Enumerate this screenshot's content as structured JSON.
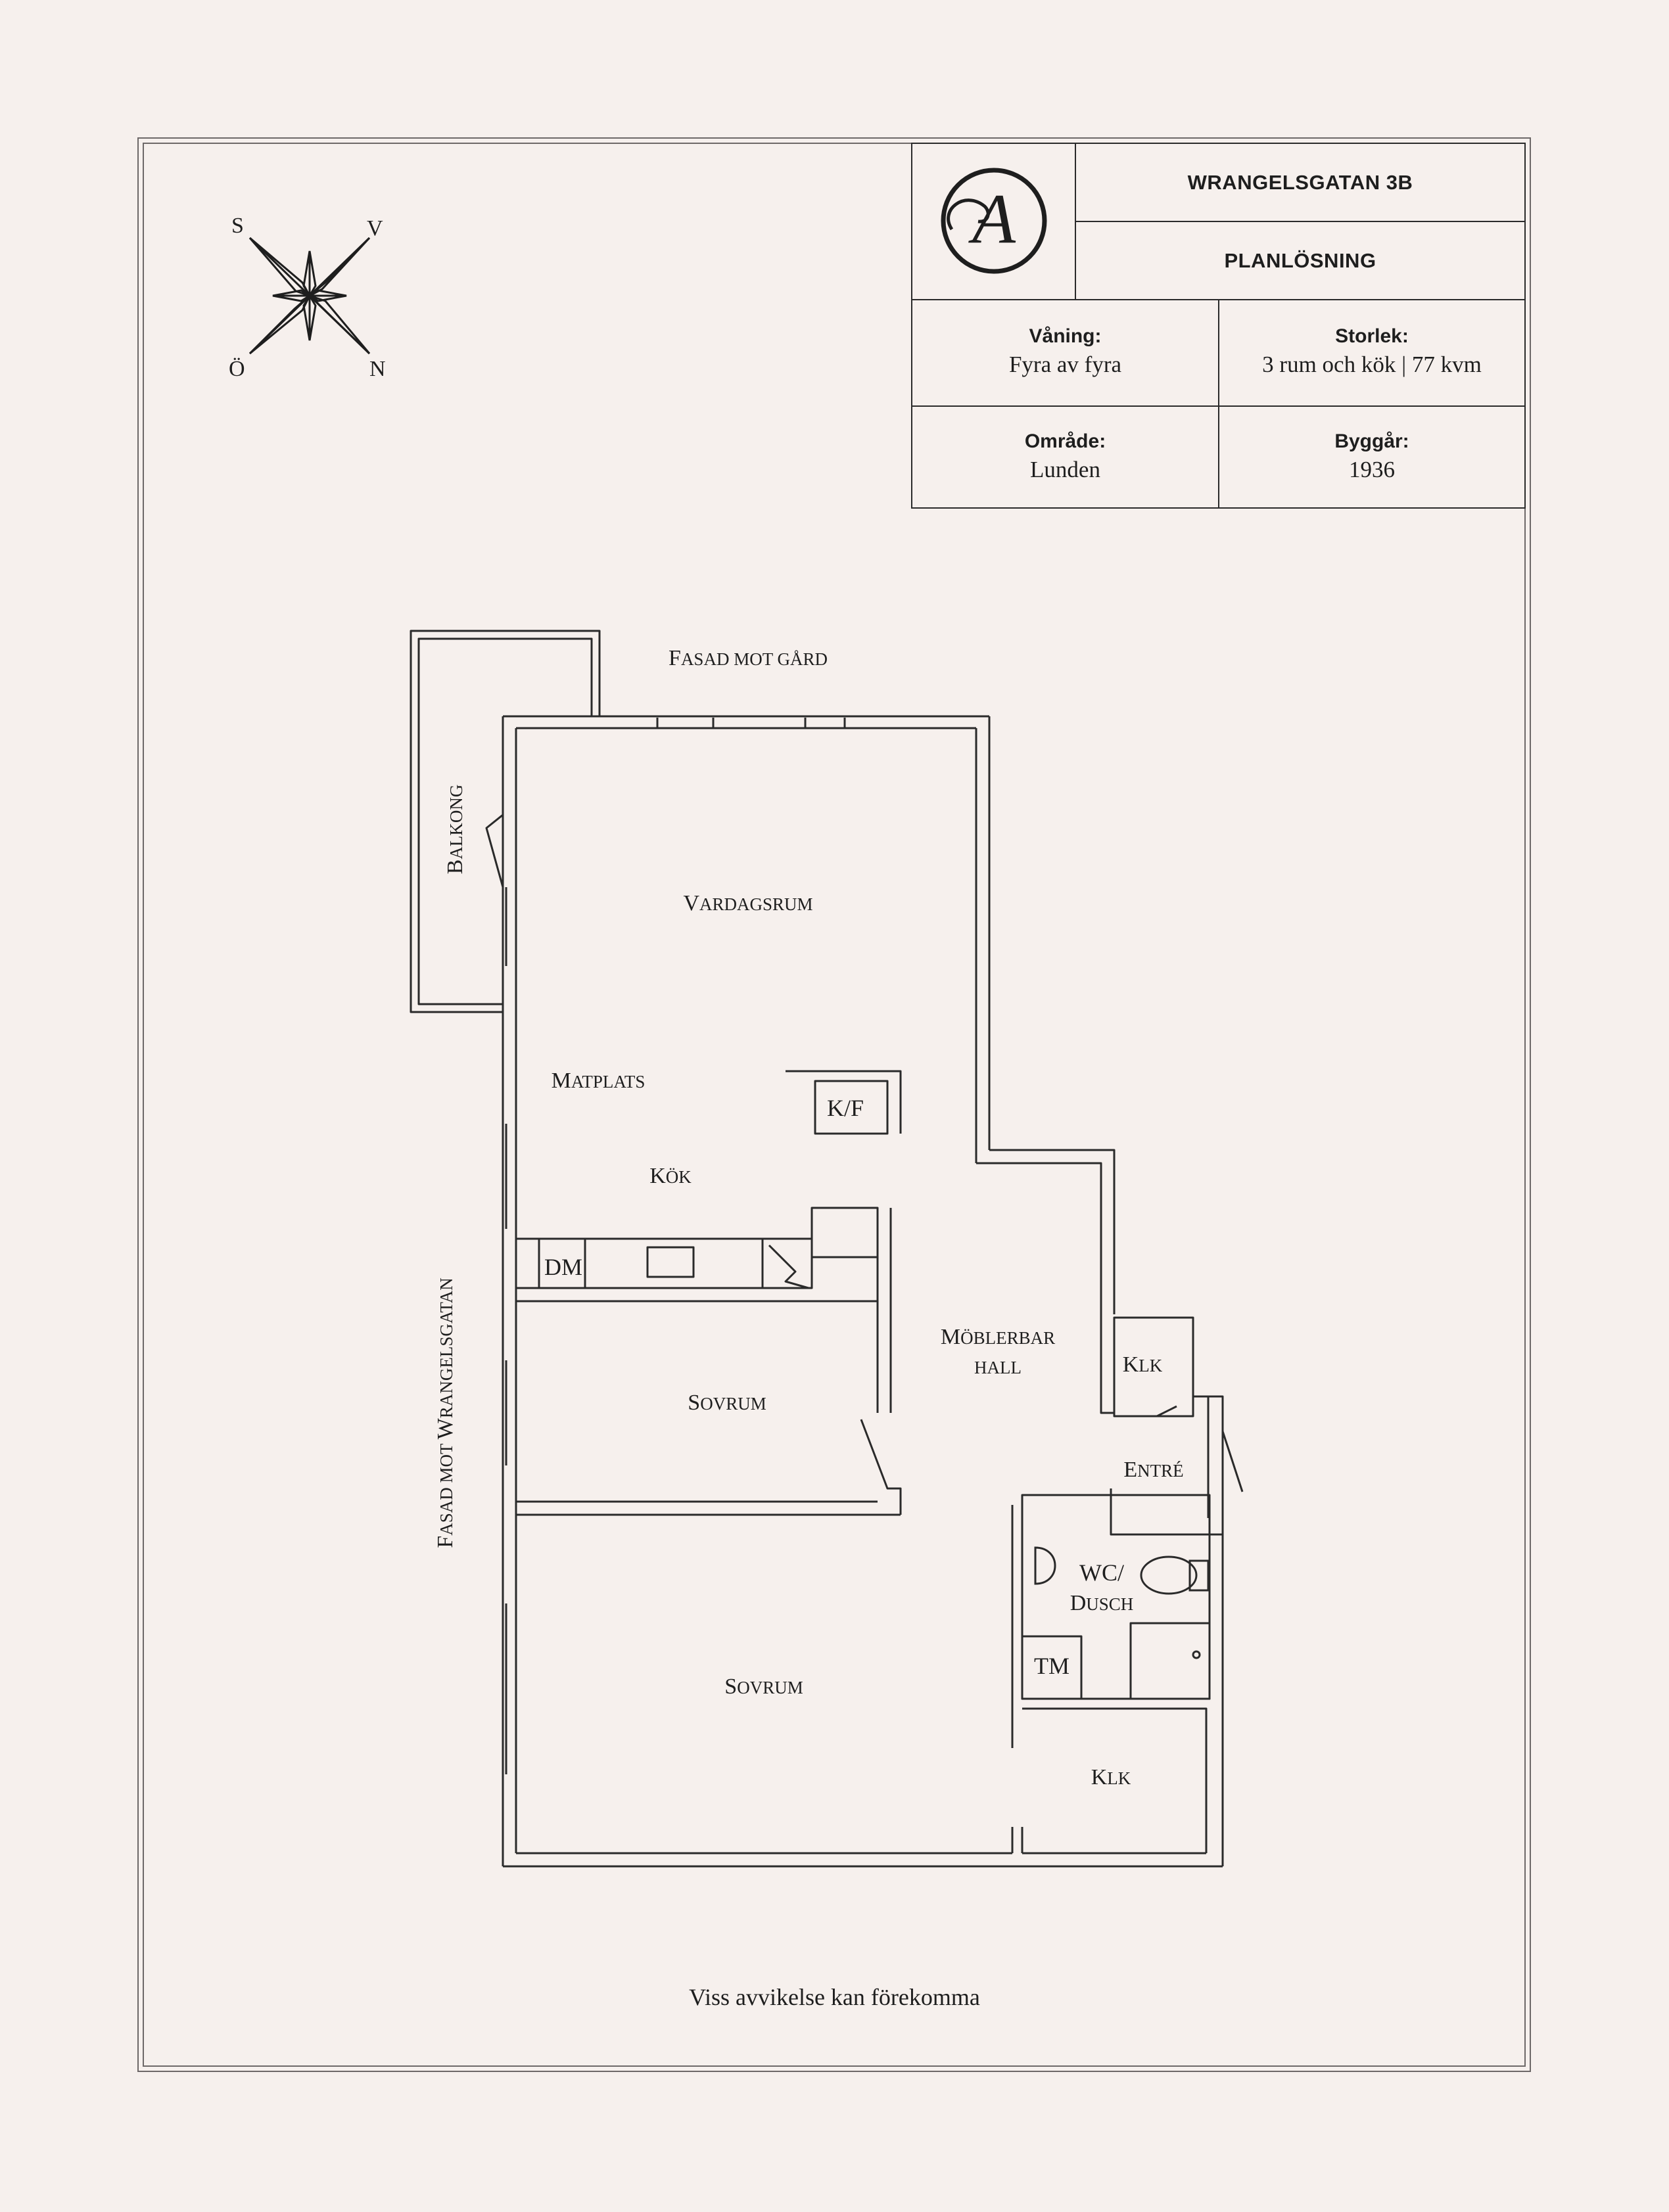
{
  "header": {
    "address": "WRANGELSGATAN 3B",
    "document_type": "PLANLÖSNING",
    "logo_initial": "A"
  },
  "details": {
    "floor_label": "Våning:",
    "floor_value": "Fyra av fyra",
    "size_label": "Storlek:",
    "size_value": "3 rum och kök | 77 kvm",
    "area_label": "Område:",
    "area_value": "Lunden",
    "year_label": "Byggår:",
    "year_value": "1936"
  },
  "compass": {
    "top_left": "S",
    "top_right": "V",
    "bottom_left": "Ö",
    "bottom_right": "N"
  },
  "plan": {
    "facade_yard": {
      "first": "F",
      "rest": "asad mot gård"
    },
    "facade_street": {
      "first1": "F",
      "rest1": "asad mot ",
      "first2": "W",
      "rest2": "rangelsgatan"
    },
    "balcony": {
      "first": "B",
      "rest": "alkong"
    },
    "living_room": {
      "first": "V",
      "rest": "ardagsrum"
    },
    "dining": {
      "first": "M",
      "rest": "atplats"
    },
    "kitchen": {
      "first": "K",
      "rest": "ök"
    },
    "fridge": "K/F",
    "dishwasher": "DM",
    "hall_line1": {
      "first": "M",
      "rest": "öblerbar"
    },
    "hall_line2": "hall",
    "bedroom_1": {
      "first": "S",
      "rest": "ovrum"
    },
    "bedroom_2": {
      "first": "S",
      "rest": "ovrum"
    },
    "closet_1": {
      "first": "K",
      "rest": "lk"
    },
    "closet_2": {
      "first": "K",
      "rest": "lk"
    },
    "entrance": {
      "first": "E",
      "rest": "ntré"
    },
    "bathroom_line1": "WC/",
    "bathroom_line2": {
      "first": "D",
      "rest": "usch"
    },
    "washer": "TM"
  },
  "footer": {
    "disclaimer": "Viss avvikelse kan förekomma"
  }
}
